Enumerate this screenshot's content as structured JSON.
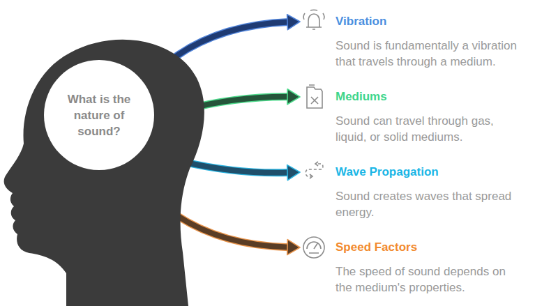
{
  "diagram": {
    "nodes": [
      {
        "text": [
          "What is the nature of sound?"
        ]
      },
      {
        "text": [
          "Vibration",
          "Sound is fundamentally a vibration that travels through a medium."
        ]
      },
      {
        "text": [
          "Mediums",
          "Sound can travel through gas, liquid, or solid mediums."
        ]
      },
      {
        "text": [
          "Wave Propagation",
          "Sound creates waves that spread energy."
        ]
      },
      {
        "text": [
          "Speed Factors",
          "The speed of sound depends on the medium's properties."
        ]
      }
    ],
    "edges": [
      {
        "from": 0,
        "to": 1,
        "arrow": "to"
      },
      {
        "from": 0,
        "to": 2,
        "arrow": "to"
      },
      {
        "from": 0,
        "to": 3,
        "arrow": "to"
      },
      {
        "from": 0,
        "to": 4,
        "arrow": "to"
      }
    ]
  }
}
